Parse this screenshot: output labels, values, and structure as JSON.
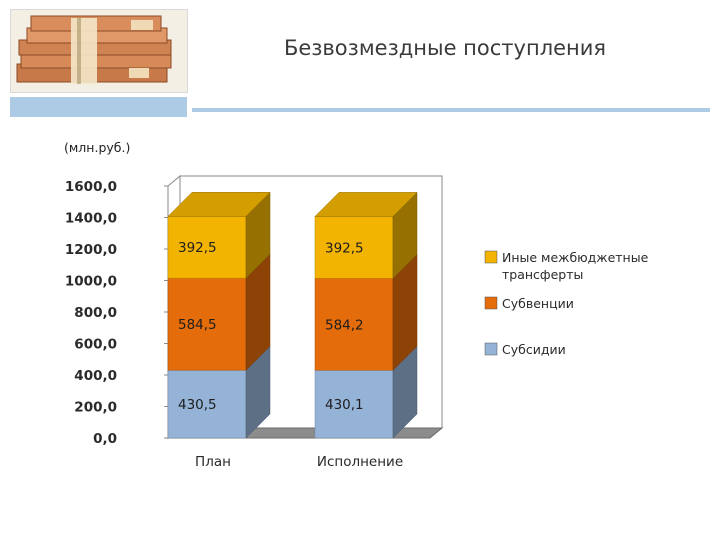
{
  "header": {
    "title": "Безвозмездные поступления",
    "photo_icon": "money-stack-image"
  },
  "colors": {
    "accent_bar": "#aecbe6",
    "series": [
      "#95b3d7",
      "#e46c0a",
      "#f2b400"
    ]
  },
  "chart_data": {
    "type": "bar",
    "stacked": true,
    "three_d": true,
    "unit_label": "(млн.руб.)",
    "categories": [
      "План",
      "Исполнение"
    ],
    "series": [
      {
        "name": "Субсидии",
        "values": [
          430.5,
          430.1
        ],
        "labels": [
          "430,5",
          "430,1"
        ]
      },
      {
        "name": "Субвенции",
        "values": [
          584.5,
          584.2
        ],
        "labels": [
          "584,5",
          "584,2"
        ]
      },
      {
        "name": "Иные межбюджетные трансферты",
        "values": [
          392.5,
          392.5
        ],
        "labels": [
          "392,5",
          "392,5"
        ]
      }
    ],
    "yticks": [
      "0,0",
      "200,0",
      "400,0",
      "600,0",
      "800,0",
      "1000,0",
      "1200,0",
      "1400,0",
      "1600,0"
    ],
    "ylim": [
      0,
      1600
    ],
    "legend": "right",
    "grid": false
  }
}
